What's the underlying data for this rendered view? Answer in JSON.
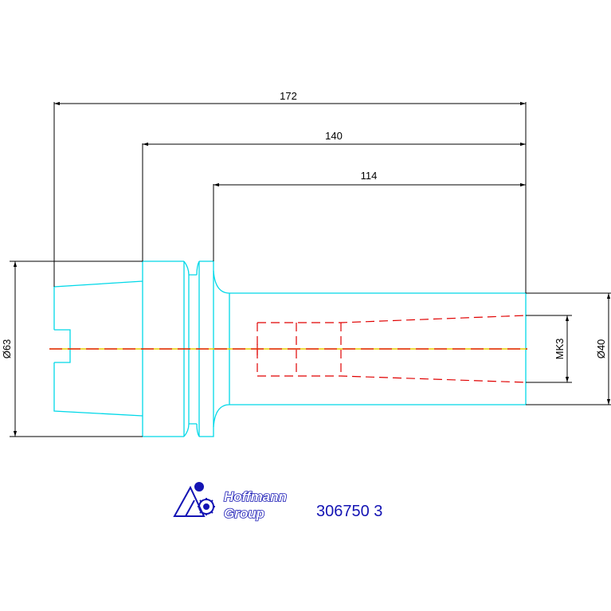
{
  "dimensions": {
    "overall_length": "172",
    "mid_length": "140",
    "shank_length": "114",
    "flange_diameter": "Ø63",
    "bore_diameter": "Ø40",
    "taper": "MK3"
  },
  "logo": {
    "line1": "Hoffmann",
    "line2": "Group"
  },
  "part_number": "306750 3",
  "colors": {
    "outline": "#00d8e8",
    "dimension": "#000000",
    "hidden": "#e00000",
    "centerline": "#e8d000",
    "brand": "#1414b4"
  }
}
